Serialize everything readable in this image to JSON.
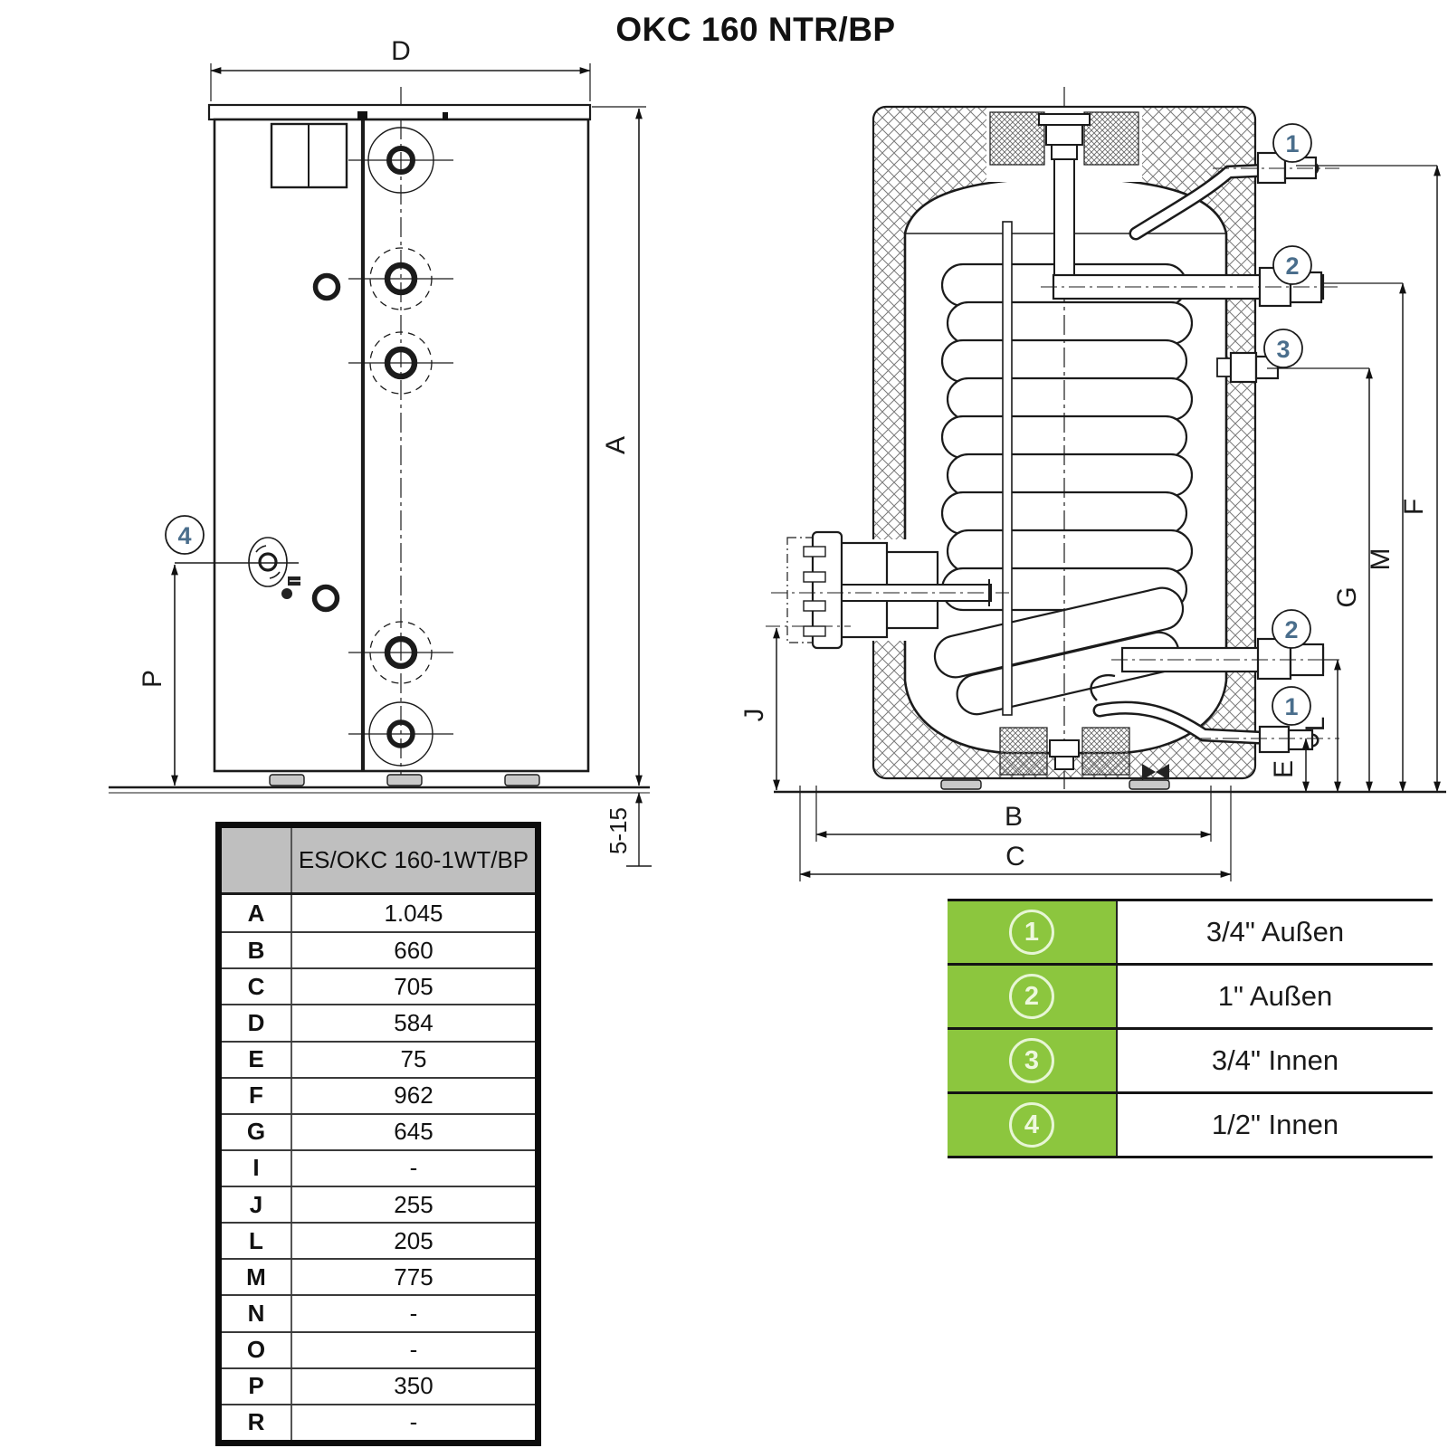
{
  "page": {
    "title": "OKC 160 NTR/BP"
  },
  "front_view": {
    "dim_d": "D",
    "dim_a": "A",
    "dim_p": "P",
    "feet_range": "5-15",
    "callout_4": "4"
  },
  "section_view": {
    "dim_f": "F",
    "dim_m": "M",
    "dim_g": "G",
    "dim_j": "J",
    "dim_l": "L",
    "dim_e": "E",
    "dim_b": "B",
    "dim_c": "C",
    "callout_1": "1",
    "callout_2": "2",
    "callout_3": "3"
  },
  "dimensions_table": {
    "header_model": "ES/OKC 160-1WT/BP",
    "rows": [
      {
        "label": "A",
        "value": "1.045"
      },
      {
        "label": "B",
        "value": "660"
      },
      {
        "label": "C",
        "value": "705"
      },
      {
        "label": "D",
        "value": "584"
      },
      {
        "label": "E",
        "value": "75"
      },
      {
        "label": "F",
        "value": "962"
      },
      {
        "label": "G",
        "value": "645"
      },
      {
        "label": "I",
        "value": "-"
      },
      {
        "label": "J",
        "value": "255"
      },
      {
        "label": "L",
        "value": "205"
      },
      {
        "label": "M",
        "value": "775"
      },
      {
        "label": "N",
        "value": "-"
      },
      {
        "label": "O",
        "value": "-"
      },
      {
        "label": "P",
        "value": "350"
      },
      {
        "label": "R",
        "value": "-"
      }
    ]
  },
  "connections_table": {
    "accent_color": "#8cc63e",
    "rows": [
      {
        "num": "1",
        "label": "3/4\" Außen"
      },
      {
        "num": "2",
        "label": "1\" Außen"
      },
      {
        "num": "3",
        "label": "3/4\" Innen"
      },
      {
        "num": "4",
        "label": "1/2\" Innen"
      }
    ]
  }
}
